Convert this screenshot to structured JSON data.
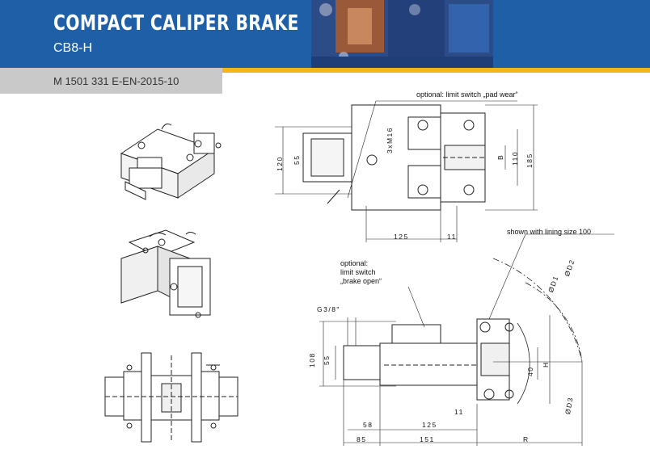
{
  "header": {
    "title": "COMPACT CALIPER BRAKE",
    "model": "CB8-H",
    "doc_code": "M 1501 331 E-EN-2015-10"
  },
  "colors": {
    "header_blue": "#1f5fa8",
    "accent_yellow": "#f2b51c",
    "grey_band": "#c9c9c9"
  },
  "top_view": {
    "note_pad_wear": "optional: limit switch „pad wear“",
    "dim_3xM16": "3xM16",
    "dim_120": "120",
    "dim_55": "55",
    "dim_B": "B",
    "dim_110": "110",
    "dim_185": "185",
    "dim_125": "125",
    "dim_11": "11"
  },
  "front_view": {
    "note_lining": "shown with lining size 100",
    "note_brake_open_l1": "optional:",
    "note_brake_open_l2": "limit switch",
    "note_brake_open_l3": "„brake open“",
    "dim_G38": "G3/8\"",
    "dim_108": "108",
    "dim_55": "55",
    "dim_58": "58",
    "dim_125": "125",
    "dim_11": "11",
    "dim_85": "85",
    "dim_151": "151",
    "dim_R": "R",
    "dim_40": "40",
    "dim_H": "H",
    "dim_D1": "ØD1",
    "dim_D2": "ØD2",
    "dim_D3": "ØD3"
  }
}
